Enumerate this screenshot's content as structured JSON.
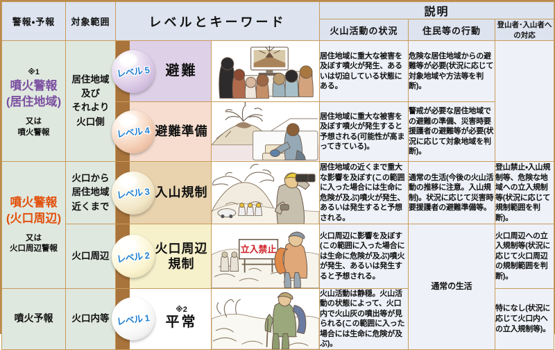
{
  "header": {
    "col_warning": "警報・予報",
    "col_range": "対象範囲",
    "col_level_keyword": "レベルとキーワード",
    "col_explanation": "説明",
    "sub_activity": "火山活動の状況",
    "sub_resident": "住民等の行動",
    "sub_climber": "登山者･入山者への対応"
  },
  "warnings": [
    {
      "id": "funka-keiho-kyojuchiiki",
      "main": "噴火警報",
      "main2": "(居住地域)",
      "note_mark": "※1",
      "sub_line1": "又は",
      "sub_line2": "噴火警報",
      "color": "#7b4fa0"
    },
    {
      "id": "funka-keiho-kakoshuhen",
      "main": "噴火警報",
      "main2": "(火口周辺)",
      "sub_line1": "又は",
      "sub_line2": "火口周辺警報",
      "color": "#e2510d"
    },
    {
      "id": "funka-yoho",
      "main": "噴火予報",
      "color": "#111111"
    }
  ],
  "ranges": [
    "居住地域\n及び\nそれより\n火口側",
    "火口から\n居住地域\n近くまで",
    "火口周辺",
    "火口内等"
  ],
  "rows": [
    {
      "level_badge": "レベル 5",
      "level_number": "5",
      "keyword": "避難",
      "keyword_note": "",
      "keyword_bg": "#ded0e6",
      "ball_color": "#d9c7e4",
      "illustration": "family-watching-tv-eruption-news",
      "activity": "居住地域に重大な被害を及ぼす噴火が発生、あるいは切迫している状態にある。",
      "resident": "危険な居住地域からの避難等が必要(状況に応じて対象地域や方法等を判断)。",
      "climber": ""
    },
    {
      "level_badge": "レベル 4",
      "level_number": "4",
      "keyword": "避難準備",
      "keyword_note": "",
      "keyword_bg": "#f6ddcf",
      "ball_color": "#f4cdb4",
      "illustration": "person-packing-emergency-bag-eruption",
      "activity": "居住地域に重大な被害を及ぼす噴火が発生すると予想される(可能性が高まってきている)。",
      "resident": "警戒が必要な居住地域での避難の準備、災害時要援護者の避難等が必要(状況に応じて対象地域を判断)。",
      "climber": ""
    },
    {
      "level_badge": "レベル 3",
      "level_number": "3",
      "keyword": "入山規制",
      "keyword_note": "",
      "keyword_bg": "#e8d3ae",
      "ball_color": "#f2e6c6",
      "illustration": "observer-with-binoculars-smoking-volcano",
      "activity": "居住地域の近くまで重大な影響を及ぼす(この範囲に入った場合には生命に危険が及ぶ)噴火が発生、あるいは発生すると予想される。",
      "resident": "通常の生活(今後の火山活動の推移に注意。入山規制)。状況に応じて災害時要援護者の避難準備等。",
      "climber": "登山禁止・入山規制等、危険な地域への立入規制等(状況に応じて規制範囲を判断)。"
    },
    {
      "level_badge": "レベル 2",
      "level_number": "2",
      "keyword": "火口周辺\n規制",
      "keyword_note": "",
      "keyword_bg": "#f6f0cb",
      "ball_color": "#fbf4cf",
      "illustration": "no-entry-sign-hiker-crater",
      "activity": "火口周辺に影響を及ぼす(この範囲に入った場合には生命に危険が及ぶ)噴火が発生、あるいは発生すると予想される。",
      "resident": "",
      "climber": "火口周辺への立入規制等(状況に応じて火口周辺の規制範囲を判断)。"
    },
    {
      "level_badge": "レベル 1",
      "level_number": "1",
      "keyword": "平常",
      "keyword_note": "※2",
      "keyword_bg": "#ffffff",
      "ball_color": "#ffffff",
      "illustration": "hiker-walking-calm-volcano-fumarole",
      "activity": "火山活動は静穏。火山活動の状態によって、火口内で火山灰の噴出等が見られる(この範囲に入った場合には生命に危険が及ぶ)。",
      "resident": "",
      "climber": "特になし(状況に応じて火口内への立入規制等)。"
    }
  ],
  "merged": {
    "resident_normal_life": "通常の生活",
    "sign_text": "立入禁止"
  }
}
